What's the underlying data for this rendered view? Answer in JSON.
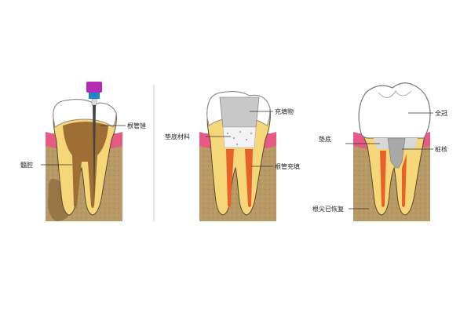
{
  "panels": [
    {
      "id": "root-canal-prep",
      "labels": {
        "file": "根管锉",
        "pulp": "髓腔"
      }
    },
    {
      "id": "root-canal-fill",
      "labels": {
        "filling": "充填物",
        "base": "垫底材料",
        "canal_fill": "根管充填"
      }
    },
    {
      "id": "crown-restoration",
      "labels": {
        "crown": "全冠",
        "base": "垫底",
        "post": "桩核",
        "apex": "根尖已恢复"
      }
    }
  ],
  "colors": {
    "bone": "#b89a66",
    "gum": "#e85a86",
    "dentin": "#f5d77a",
    "enamel": "#ffffff",
    "pulp": "#9e6e34",
    "root_fill": "#e8612a",
    "filling": "#c8c8c8",
    "post": "#a9a9a9",
    "instrument_handle": "#b32bb3",
    "instrument_collar": "#2288cc"
  }
}
